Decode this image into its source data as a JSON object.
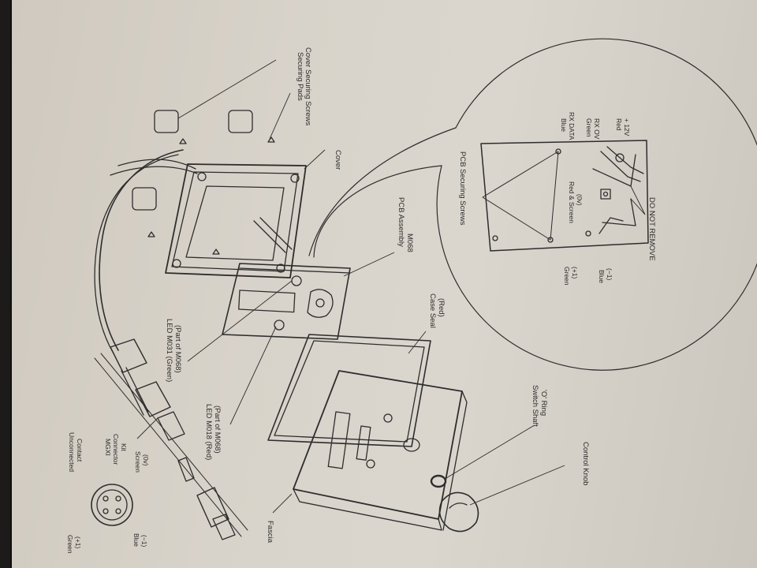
{
  "labels": {
    "securing_pads": "Securing Pads",
    "cover_securing_screws": "Cover Securing Screws",
    "cover": "Cover",
    "pcb_assembly_1": "PCB Assembly",
    "pcb_assembly_2": "M068",
    "case_seal_1": "Case Seal",
    "case_seal_2": "(Red)",
    "switch_shaft_1": "Switch Shaft",
    "switch_shaft_2": "'O' Ring",
    "control_knob": "Control Knob",
    "led_m031_1": "LED M031 (Green)",
    "led_m031_2": "(Part of M068)",
    "led_m018_1": "LED M018 (Red)",
    "led_m018_2": "(Part of M068)",
    "fascia": "Fascia",
    "connector_kit_1": "MGXI",
    "connector_kit_2": "Connector",
    "connector_kit_3": "Kit",
    "unconnected_1": "Unconnected",
    "unconnected_2": "Contact",
    "screen_1": "Screen",
    "screen_2": "(0v)",
    "green_plus_1": "Green",
    "green_plus_2": "(+1)",
    "blue_minus_1": "Blue",
    "blue_minus_2": "(−1)",
    "pcb_securing_screws": "PCB Securing Screws",
    "blue_rx_1": "Blue",
    "blue_rx_2": "RX DATA",
    "green_rx_1": "Green",
    "green_rx_2": "RX OV",
    "red_12v_1": "Red",
    "red_12v_2": "+ 12V",
    "red_screen_1": "Red & Screen",
    "red_screen_2": "(0v)",
    "detail_green_1": "Green",
    "detail_green_2": "(+1)",
    "detail_blue_1": "Blue",
    "detail_blue_2": "(−1)",
    "do_not_remove": "DO NOT REMOVE"
  }
}
